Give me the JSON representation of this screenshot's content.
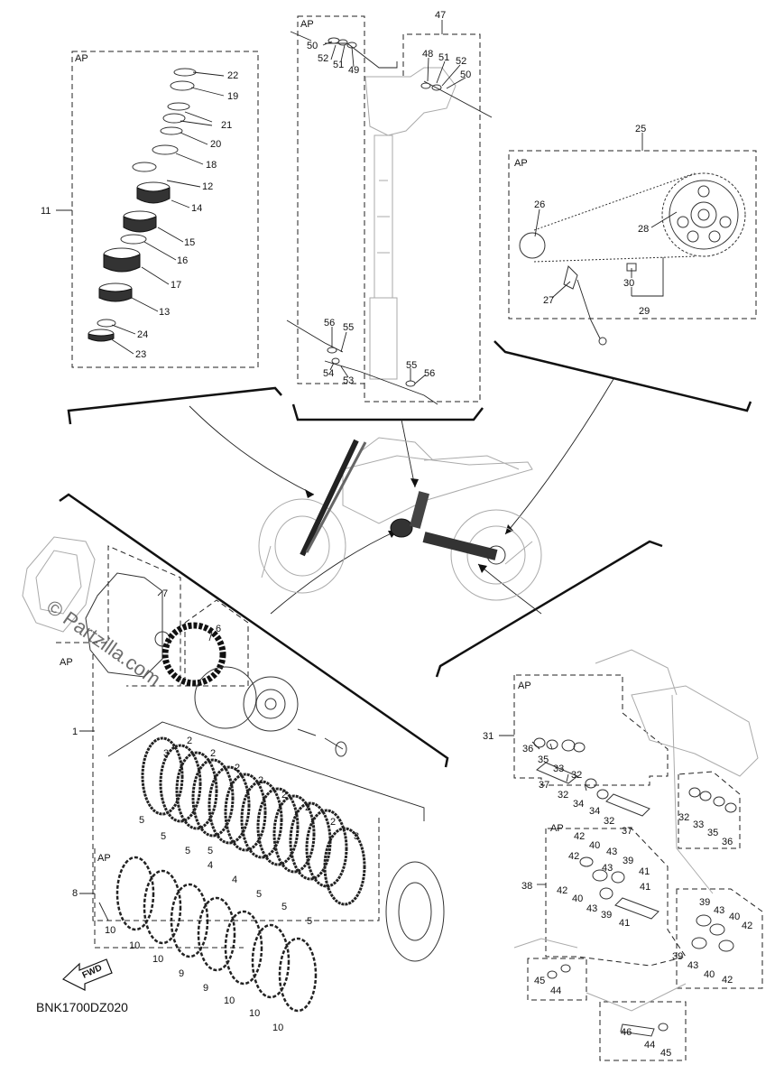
{
  "diagram": {
    "ap_tag": "AP",
    "drawing_code": "BNK1700DZ020",
    "watermark": "© Partzilla.com",
    "fwd_label": "FWD",
    "callouts": {
      "c1": "1",
      "c2": "2",
      "c3": "3",
      "c4": "4",
      "c5": "5",
      "c6": "6",
      "c7": "7",
      "c8": "8",
      "c9": "9",
      "c10": "10",
      "c11": "11",
      "c12": "12",
      "c13": "13",
      "c14": "14",
      "c15": "15",
      "c16": "16",
      "c17": "17",
      "c18": "18",
      "c19": "19",
      "c20": "20",
      "c21": "21",
      "c22": "22",
      "c23": "23",
      "c24": "24",
      "c25": "25",
      "c26": "26",
      "c27": "27",
      "c28": "28",
      "c29": "29",
      "c30": "30",
      "c31": "31",
      "c32": "32",
      "c33": "33",
      "c34": "34",
      "c35": "35",
      "c36": "36",
      "c37": "37",
      "c38": "38",
      "c39": "39",
      "c40": "40",
      "c41": "41",
      "c42": "42",
      "c43": "43",
      "c44": "44",
      "c45": "45",
      "c46": "46",
      "c47": "47",
      "c48": "48",
      "c49": "49",
      "c50": "50",
      "c51": "51",
      "c52": "52",
      "c53": "53",
      "c54": "54",
      "c55": "55",
      "c56": "56"
    }
  }
}
